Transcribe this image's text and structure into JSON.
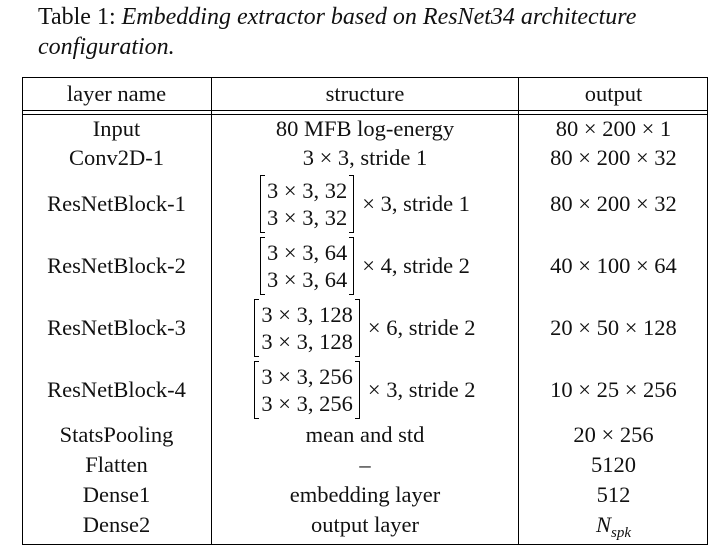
{
  "caption": {
    "label": "Table 1:",
    "text": "Embedding extractor based on ResNet34 architecture configuration."
  },
  "headers": {
    "layer": "layer name",
    "structure": "structure",
    "output": "output"
  },
  "rows": [
    {
      "layer": "Input",
      "structure": "80 MFB log-energy",
      "output": "80 × 200 × 1"
    },
    {
      "layer": "Conv2D-1",
      "structure": "3 × 3, stride 1",
      "output": "80 × 200 × 32"
    },
    {
      "layer": "ResNetBlock-1",
      "matrix": [
        "3 × 3, 32",
        "3 × 3, 32"
      ],
      "tail": "× 3, stride 1",
      "output": "80 × 200 × 32"
    },
    {
      "layer": "ResNetBlock-2",
      "matrix": [
        "3 × 3, 64",
        "3 × 3, 64"
      ],
      "tail": "× 4, stride 2",
      "output": "40 × 100 × 64"
    },
    {
      "layer": "ResNetBlock-3",
      "matrix": [
        "3 × 3, 128",
        "3 × 3, 128"
      ],
      "tail": "× 6, stride 2",
      "output": "20 × 50 × 128"
    },
    {
      "layer": "ResNetBlock-4",
      "matrix": [
        "3 × 3, 256",
        "3 × 3, 256"
      ],
      "tail": "× 3, stride 2",
      "output": "10 × 25 × 256"
    },
    {
      "layer": "StatsPooling",
      "structure": "mean and std",
      "output": "20 × 256"
    },
    {
      "layer": "Flatten",
      "structure": "–",
      "output": "5120"
    },
    {
      "layer": "Dense1",
      "structure": "embedding layer",
      "output": "512"
    },
    {
      "layer": "Dense2",
      "structure": "output layer",
      "output_main": "N",
      "output_sub": "spk"
    }
  ]
}
